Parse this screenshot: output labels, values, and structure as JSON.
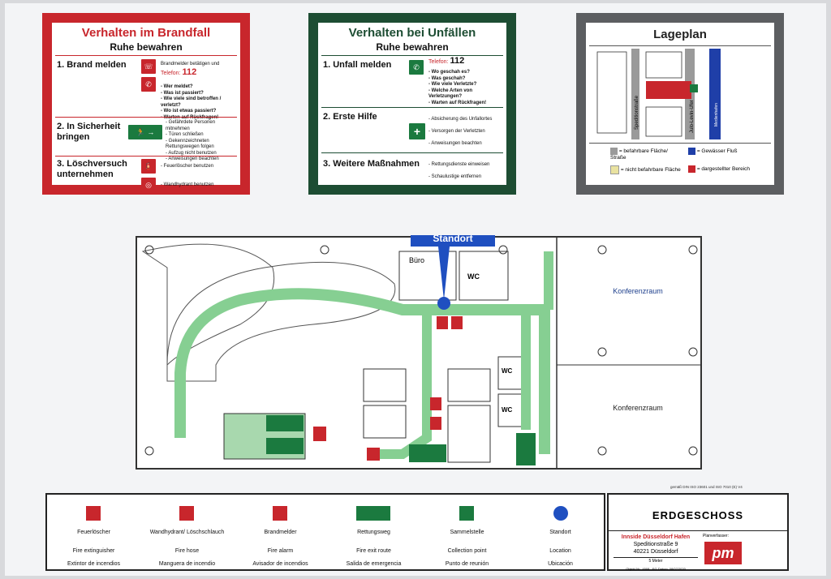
{
  "fire_panel": {
    "title": "Verhalten im Brandfall",
    "subtitle": "Ruhe bewahren",
    "step1_title": "1. Brand melden",
    "step1_line1": "Brandmelder betätigen und",
    "phone_label": "Telefon:",
    "phone": "112",
    "step1_questions": [
      "- Wer meldet?",
      "- Was ist passiert?",
      "- Wie viele sind betroffen / verletzt?",
      "- Wo ist etwas passiert?",
      "- Warten auf Rückfragen!"
    ],
    "step2_title": "2. In Sicherheit bringen",
    "step2_lines": [
      "- Gefährdete Personen mitnehmen",
      "- Türen schließen",
      "- Gekennzeichneten",
      "  Rettungswegen folgen",
      "- Aufzug nicht benutzen",
      "- Anweisungen beachten"
    ],
    "step3_title": "3. Löschversuch unternehmen",
    "step3_line1": "- Feuerlöscher benutzen",
    "step3_line2": "- Wandhydrant benutzen"
  },
  "accident_panel": {
    "title": "Verhalten bei Unfällen",
    "subtitle": "Ruhe bewahren",
    "step1_title": "1. Unfall melden",
    "phone_label": "Telefon:",
    "phone": "112",
    "step1_questions": [
      "- Wo geschah es?",
      "- Was geschah?",
      "- Wie viele Verletzte?",
      "- Welche Arten von Verletzungen?",
      "- Warten auf Rückfragen!"
    ],
    "step2_title": "2. Erste Hilfe",
    "step2_lines": [
      "- Absicherung des Unfallortes",
      "- Versorgen der Verletzten",
      "- Anweisungen beachten"
    ],
    "step3_title": "3. Weitere Maßnahmen",
    "step3_lines": [
      "- Rettungsdienste einweisen",
      "- Schaulustige entfernen"
    ]
  },
  "site_panel": {
    "title": "Lageplan",
    "street1": "Speditionstraße",
    "street2": "Julo-Levin-Ufer",
    "water": "Medienhafen",
    "legend": [
      {
        "label": "= befahrbare Fläche/ Straße",
        "color": "#9a9a9a"
      },
      {
        "label": "= Gewässer Fluß",
        "color": "#1f3fa8"
      },
      {
        "label": "= nicht befahrbare Fläche",
        "color": "#e9e2a0"
      },
      {
        "label": "= dargestellter Bereich",
        "color": "#c8262c"
      }
    ]
  },
  "plan": {
    "standort": "Standort",
    "buero": "Büro",
    "wc1": "WC",
    "wc2": "WC",
    "wc3": "WC",
    "room1": "Konferenzraum",
    "room2": "Konferenzraum",
    "norm": "gemäß DIN ISO 23601 und ISO 7010 (E) V4"
  },
  "legend": [
    {
      "de": "Feuerlöscher",
      "en": "Fire extinguisher",
      "es": "Extintor de incendios",
      "icon": "fire-extinguisher-icon",
      "color": "#c8262c"
    },
    {
      "de": "Wandhydrant/ Löschschlauch",
      "en": "Fire hose",
      "es": "Manguera de incendio",
      "icon": "fire-hose-icon",
      "color": "#c8262c"
    },
    {
      "de": "Brandmelder",
      "en": "Fire alarm",
      "es": "Avisador de incendios",
      "icon": "fire-alarm-icon",
      "color": "#c8262c"
    },
    {
      "de": "Rettungsweg",
      "en": "Fire exit route",
      "es": "Salida de emergencia",
      "icon": "exit-route-icon",
      "color": "#1b7a3f"
    },
    {
      "de": "Sammelstelle",
      "en": "Collection point",
      "es": "Punto de reunión",
      "icon": "assembly-point-icon",
      "color": "#1b7a3f"
    },
    {
      "de": "Standort",
      "en": "Location",
      "es": "Ubicación",
      "icon": "location-dot-icon",
      "color": "#1f4fc0"
    }
  ],
  "info": {
    "floor": "ERDGESCHOSS",
    "company": "Innside Düsseldorf Hafen",
    "street": "Speditionstraße 9",
    "city": "40221 Düsseldorf",
    "scale": "5 Meter",
    "meta": "Objekt-Nr.: 4508 - EG   Datum: 08/07/2020",
    "planner_label": "Planverfasser:",
    "logo": "pm"
  }
}
